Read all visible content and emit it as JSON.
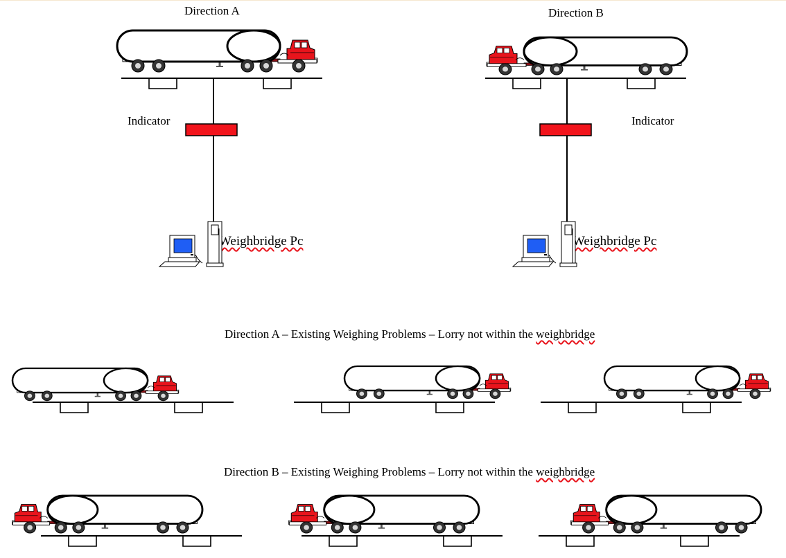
{
  "top": {
    "direction_a_label": "Direction A",
    "direction_b_label": "Direction B",
    "indicator_label_left": "Indicator",
    "indicator_label_right": "Indicator",
    "pc_label_left": "Weighbridge Pc",
    "pc_label_right": "Weighbridge Pc"
  },
  "section_a": {
    "caption_prefix": "Direction A – Existing Weighing Problems – Lorry not within the ",
    "caption_flagged_word": "weighbridge"
  },
  "section_b": {
    "caption_prefix": "Direction B – Existing Weighing Problems – Lorry not within the ",
    "caption_flagged_word": "weighbridge"
  },
  "colors": {
    "cab": "#e8141c",
    "indicator": "#f2141c",
    "screen": "#1f5ef5",
    "spellcheck": "#e8141c"
  },
  "icons": [
    "tanker-truck-icon",
    "weighbridge-platform-icon",
    "indicator-display-icon",
    "computer-icon",
    "printer-icon"
  ]
}
